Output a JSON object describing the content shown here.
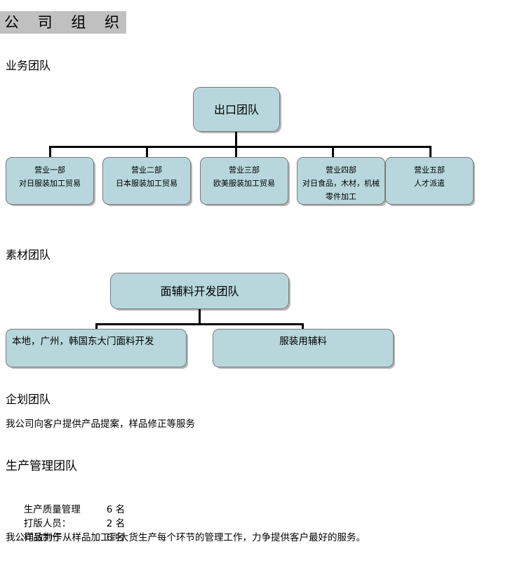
{
  "document": {
    "title": "公 司 组 织"
  },
  "business_team": {
    "heading": "业务团队",
    "root": {
      "label": "出口团队"
    },
    "children": [
      {
        "name": "营业一部",
        "desc": "对日服装加工贸易"
      },
      {
        "name": "营业二部",
        "desc": "日本服装加工贸易"
      },
      {
        "name": "营业三部",
        "desc": "欧美服装加工贸易"
      },
      {
        "name": "营业四部",
        "desc": "对日食品，木材，机械",
        "desc2": "零件加工"
      },
      {
        "name": "营业五部",
        "desc": "人才派遣"
      }
    ]
  },
  "material_team": {
    "heading": "素材团队",
    "root": {
      "label": "面辅料开发团队"
    },
    "children": [
      {
        "label": "本地，广州，韩国东大门面料开发"
      },
      {
        "label": "服装用辅料"
      }
    ]
  },
  "planning_team": {
    "heading": "企划团队",
    "description": "我公司向客户提供产品提案，样品修正等服务"
  },
  "production_team": {
    "heading": "生产管理团队",
    "staffing": [
      {
        "role": "生产质量管理",
        "count": "6 名"
      },
      {
        "role": "打版人员：",
        "count": "2 名"
      },
      {
        "role": "样品制作",
        "count": "6 名"
      }
    ],
    "note": "我公司致力于从样品加工到大货生产每个环节的管理工作，力争提供客户最好的服务。"
  },
  "colors": {
    "node_fill": "#b7d7dc",
    "node_border": "#7a7a7a",
    "title_highlight": "#c0c0c0",
    "connector": "#000000"
  }
}
